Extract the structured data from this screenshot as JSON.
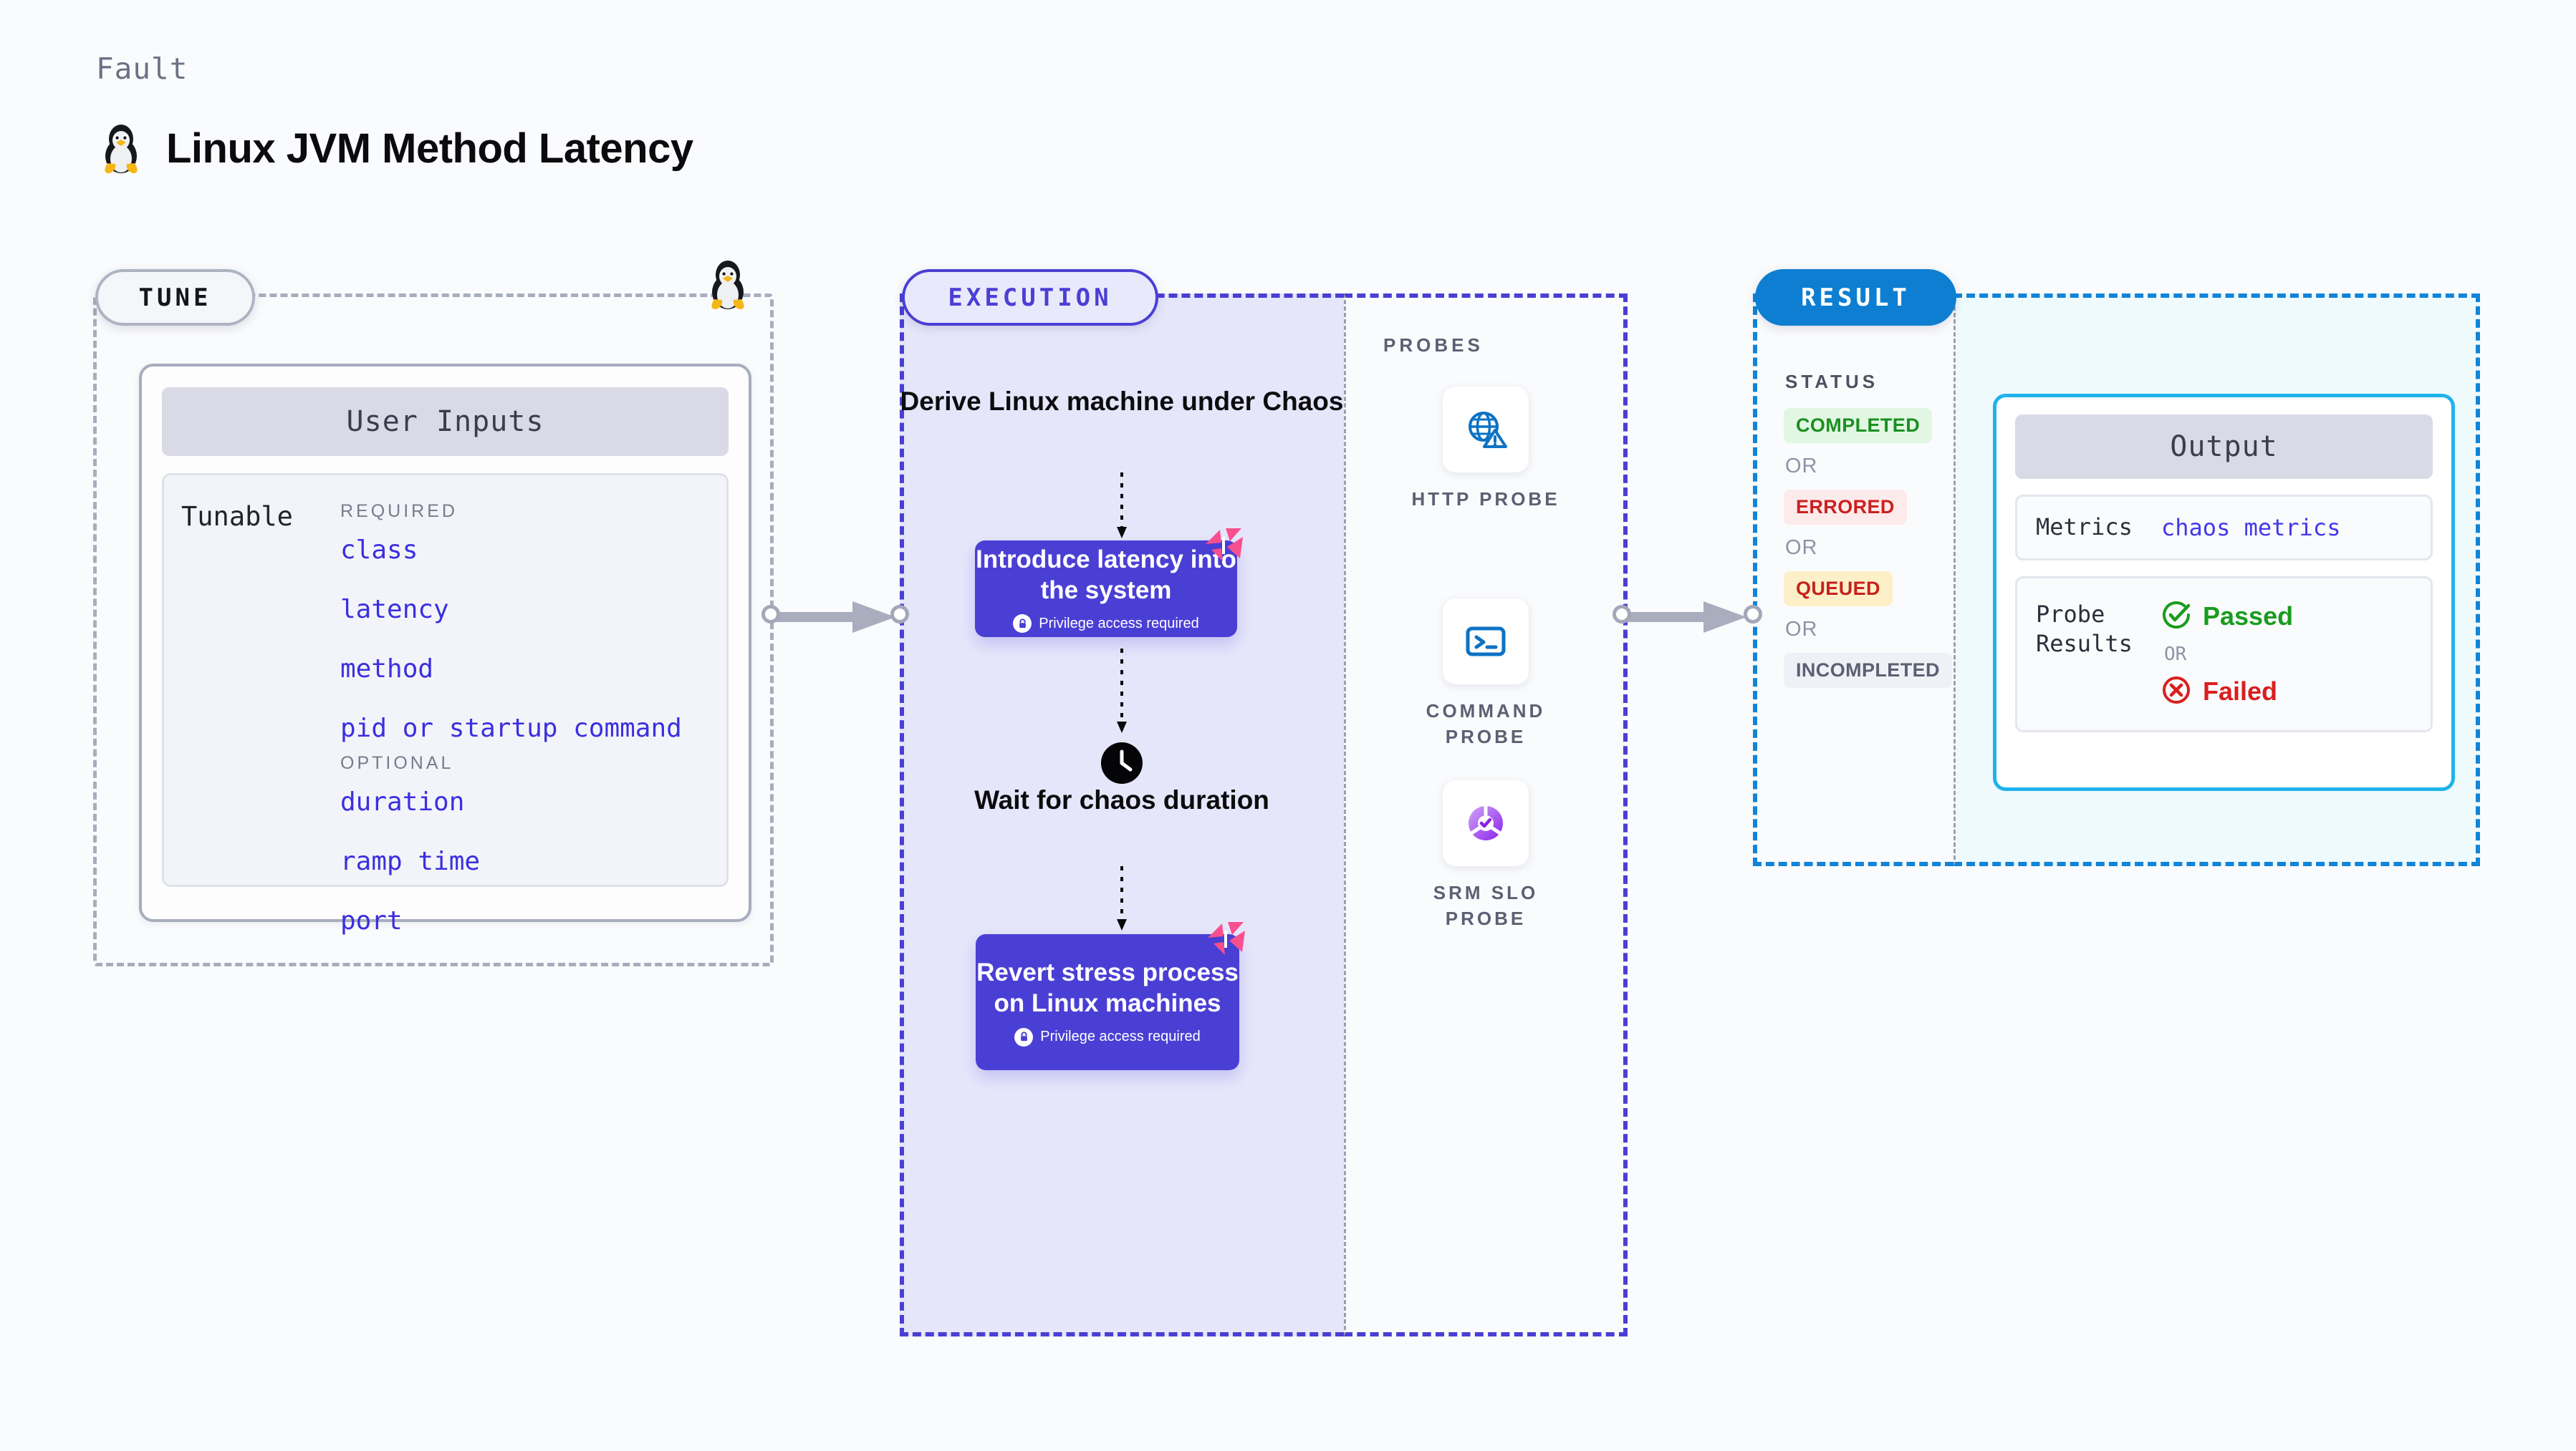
{
  "header": {
    "kicker": "Fault",
    "title": "Linux JVM Method Latency",
    "icon": "linux-tux-penguin-icon"
  },
  "tune": {
    "badge": "TUNE",
    "card_header": "User Inputs",
    "tunable_label": "Tunable",
    "required_label": "REQUIRED",
    "required_fields": [
      "class",
      "latency",
      "method",
      "pid or startup command"
    ],
    "optional_label": "OPTIONAL",
    "optional_fields": [
      "duration",
      "ramp time",
      "port"
    ]
  },
  "execution": {
    "badge": "EXECUTION",
    "flow_title": "Derive Linux machine under Chaos",
    "step1": {
      "title": "Introduce latency into the system",
      "privilege_note": "Privilege access required",
      "badge_icon": "harness-logo-icon"
    },
    "wait": {
      "icon": "clock-icon",
      "title": "Wait for chaos duration"
    },
    "step2": {
      "title": "Revert stress process on Linux machines",
      "privilege_note": "Privilege access required",
      "badge_icon": "harness-logo-icon"
    }
  },
  "probes": {
    "title": "PROBES",
    "items": [
      {
        "label": "HTTP PROBE",
        "icon": "globe-warning-icon"
      },
      {
        "label": "COMMAND PROBE",
        "icon": "terminal-prompt-icon"
      },
      {
        "label": "SRM SLO PROBE",
        "icon": "slo-donut-check-icon"
      }
    ]
  },
  "result": {
    "badge": "RESULT",
    "status_title": "STATUS",
    "or_label": "OR",
    "statuses": [
      {
        "label": "COMPLETED",
        "bg": "#e2f7e3",
        "fg": "#1a8f20"
      },
      {
        "label": "ERRORED",
        "bg": "#fdeaea",
        "fg": "#cc1f1f"
      },
      {
        "label": "QUEUED",
        "bg": "#fdf0c8",
        "fg": "#c6211e"
      },
      {
        "label": "INCOMPLETED",
        "bg": "#f0f1f6",
        "fg": "#5b6073"
      }
    ],
    "output": {
      "header": "Output",
      "metrics_key": "Metrics",
      "metrics_value": "chaos metrics",
      "probe_results_key": "Probe Results",
      "passed_label": "Passed",
      "failed_label": "Failed",
      "or_label": "OR",
      "passed_icon": "check-circle-icon",
      "failed_icon": "x-circle-icon"
    }
  },
  "colors": {
    "brand_purple": "#4a3fd4",
    "brand_pink": "#f8508f",
    "result_blue": "#0d7ed1",
    "output_border": "#1fb3ec",
    "link_indigo": "#3b2fe0",
    "page_bg": "#fafbfd"
  }
}
